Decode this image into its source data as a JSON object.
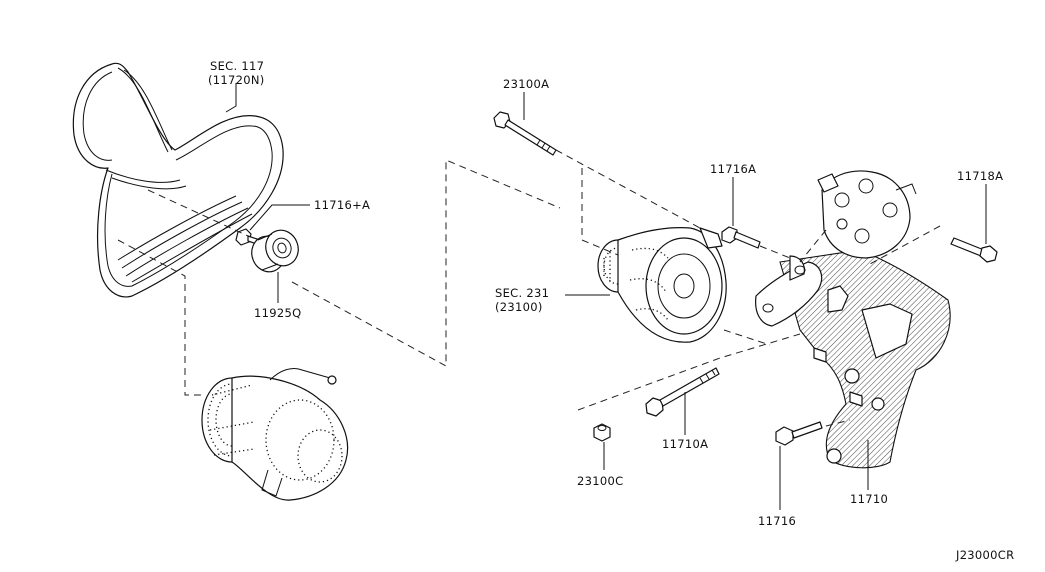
{
  "labels": {
    "belt_sec": "SEC. 117",
    "belt_part": "(11720N)",
    "idler_bolt": "11716+A",
    "idler_pulley": "11925Q",
    "alt_bolt_long": "23100A",
    "alt_sec": "SEC. 231",
    "alt_part": "(23100)",
    "bracket_bolt_top": "11716A",
    "bracket_bolt_right": "11718A",
    "bracket_bolt_long": "11710A",
    "alt_nut": "23100C",
    "bracket_bolt_bottom": "11716",
    "bracket": "11710",
    "diagram_code": "J23000CR"
  }
}
